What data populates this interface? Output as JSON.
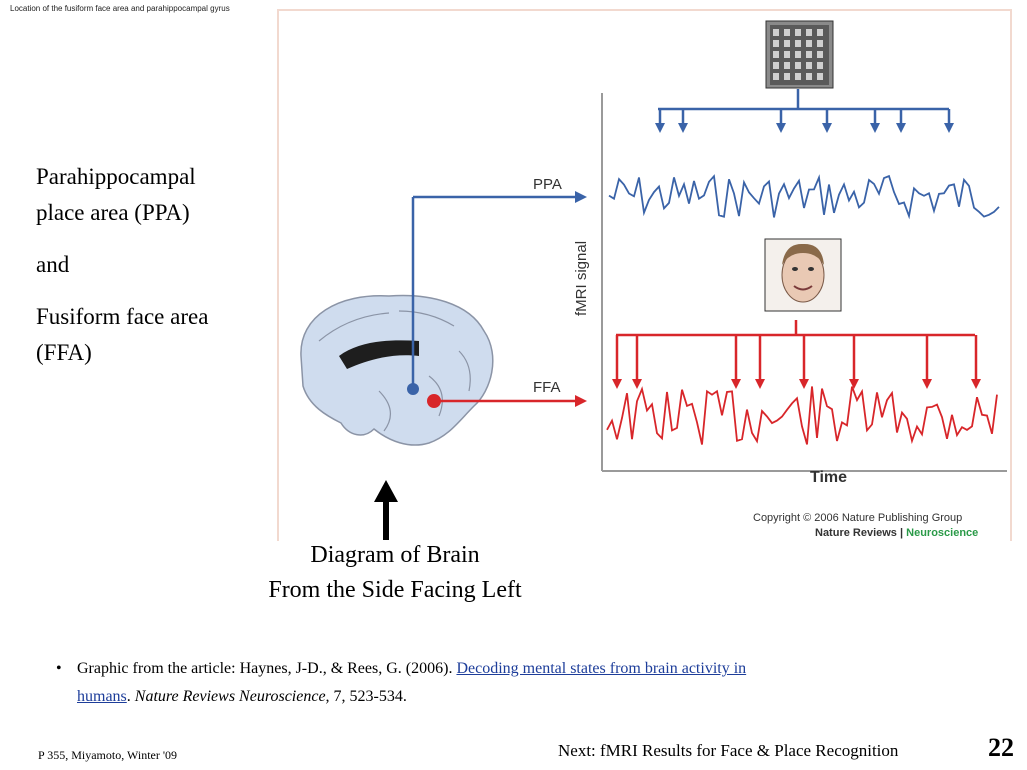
{
  "slide": {
    "top_caption": "Location of the fusiform face area and parahippocampal gyrus",
    "left_labels": [
      "Parahippocampal",
      "place area (PPA)",
      "and",
      "Fusiform face area",
      "(FFA)"
    ],
    "diagram_caption_line1": "Diagram of Brain",
    "diagram_caption_line2": "From the Side Facing Left",
    "citation": {
      "prefix": "Graphic from the article:  Haynes, J-D., & Rees, G. (2006).  ",
      "link_text_1": "Decoding mental states from brain activity in",
      "link_text_2": "humans",
      "after_link": ". ",
      "journal": "Nature Reviews Neuroscience,",
      "tail": " 7, 523-534."
    },
    "footer_left": "P 355, Miyamoto, Winter '09",
    "footer_next": "Next:  fMRI Results for Face & Place Recognition",
    "page_number": "22"
  },
  "figure": {
    "ppa_label": "PPA",
    "ffa_label": "FFA",
    "y_axis_label": "fMRI signal",
    "x_axis_label": "Time",
    "copyright_line1": "Copyright © 2006 Nature Publishing Group",
    "copyright_journal": "Nature Reviews",
    "copyright_sep": " | ",
    "copyright_section": "Neuroscience",
    "colors": {
      "ppa": "#3a63a8",
      "ffa": "#d8262a",
      "brain_fill": "#cfdcee",
      "brain_stroke": "#8b94a6",
      "neuroscience_green": "#2a9a48"
    },
    "icons": [
      "building-photo",
      "face-photo",
      "brain-diagram"
    ]
  }
}
